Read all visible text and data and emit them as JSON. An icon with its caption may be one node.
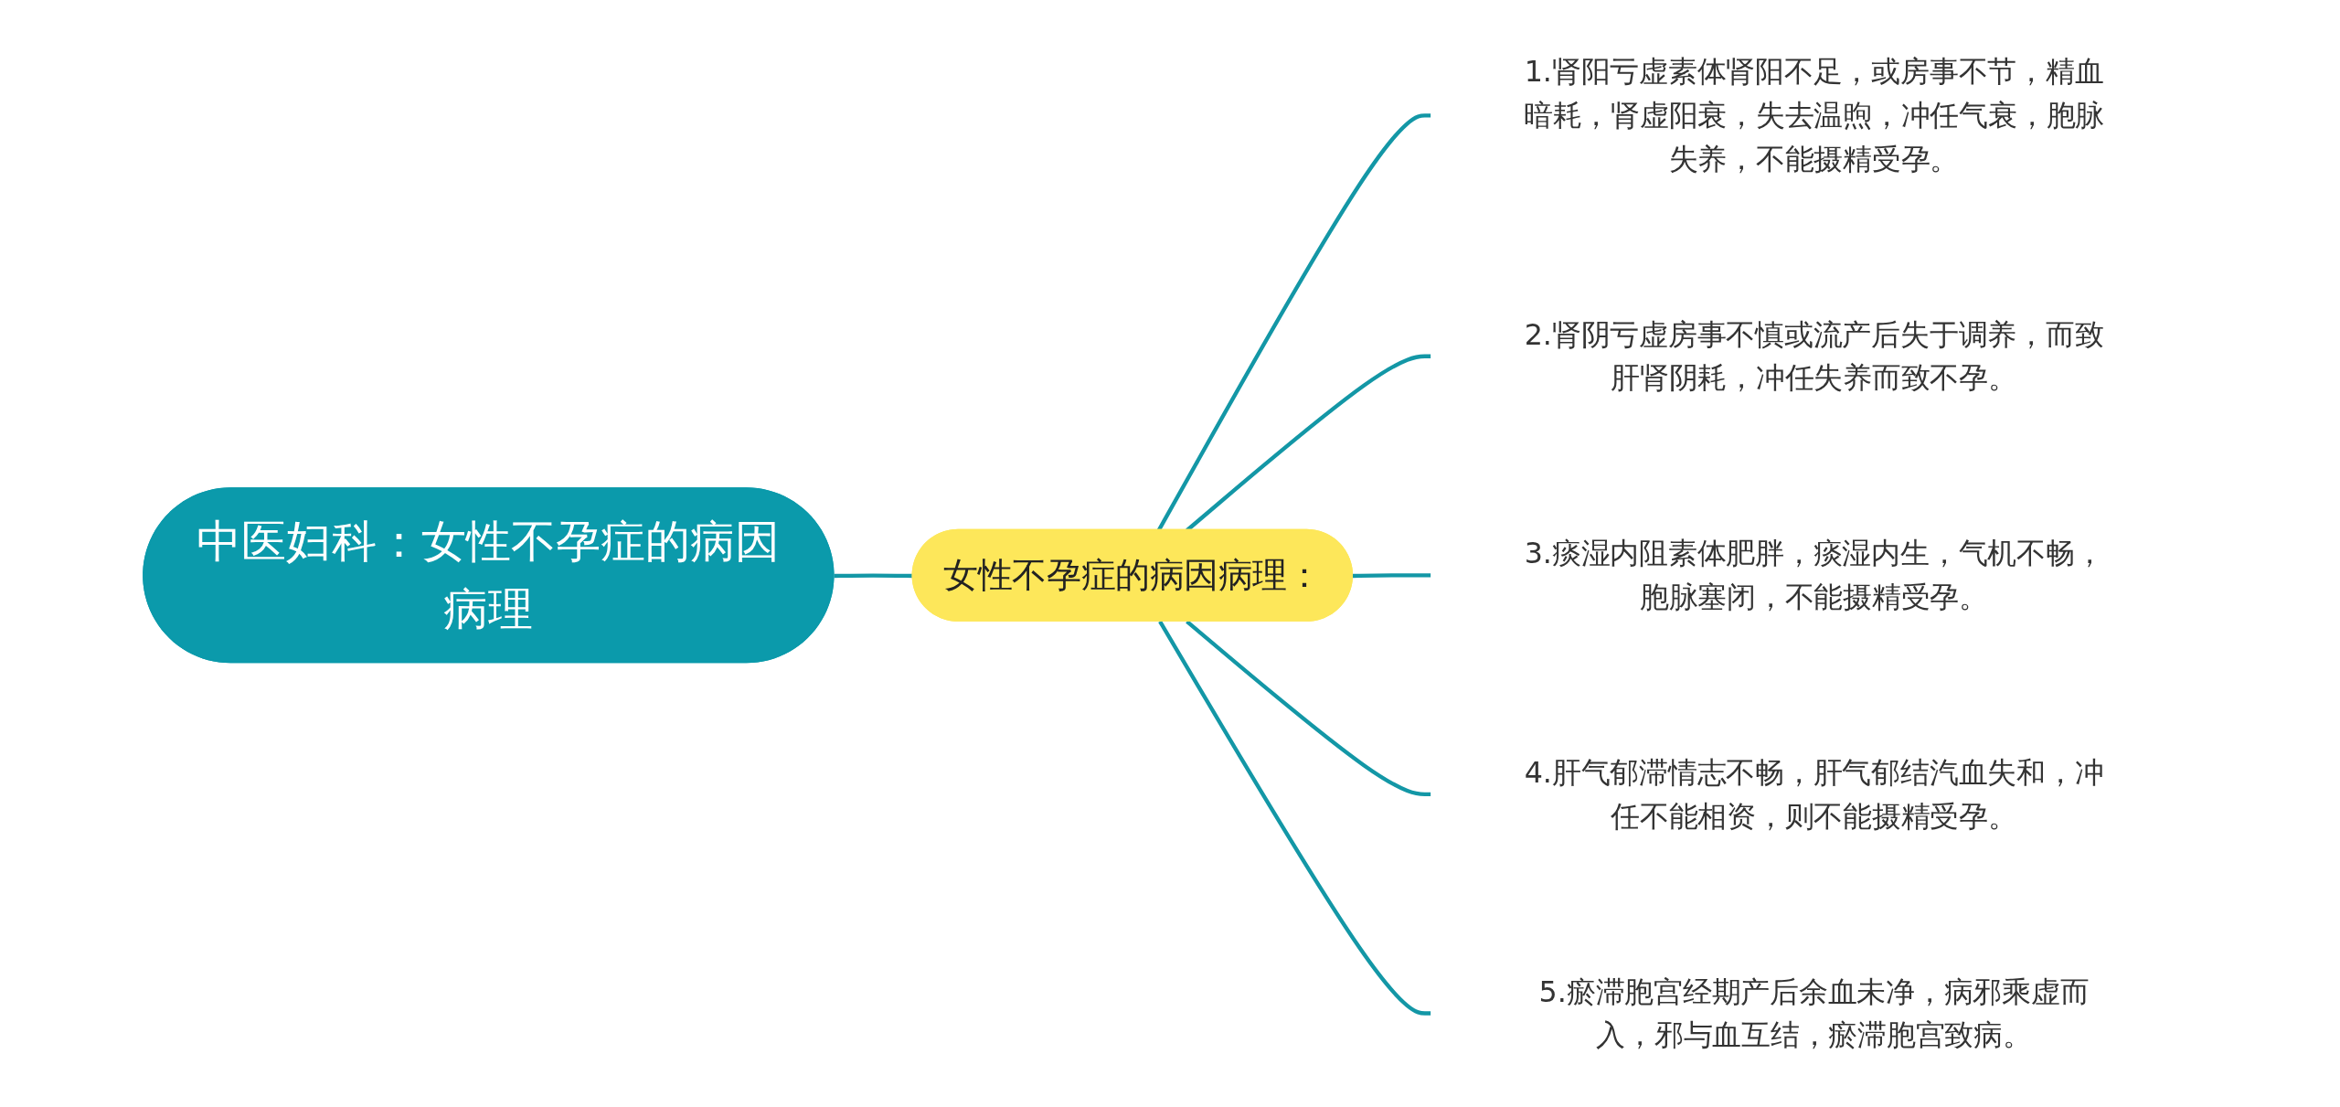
{
  "diagram": {
    "nodes": [
      {
        "text": [
          "中医妇科：女性不孕症的病因病理"
        ]
      },
      {
        "text": [
          "女性不孕症的病因病理："
        ]
      },
      {
        "text": [
          "1.肾阳亏虚素体肾阳不足，或房事不节，精血暗耗，肾虚阳衰，失去温煦，冲任气衰，胞脉失养，不能摄精受孕。"
        ]
      },
      {
        "text": [
          "2.肾阴亏虚房事不慎或流产后失于调养，而致肝肾阴耗，冲任失养而致不孕。"
        ]
      },
      {
        "text": [
          "3.痰湿内阻素体肥胖，痰湿内生，气机不畅，胞脉塞闭，不能摄精受孕。"
        ]
      },
      {
        "text": [
          "4.肝气郁滞情志不畅，肝气郁结汽血失和，冲任不能相资，则不能摄精受孕。"
        ]
      },
      {
        "text": [
          "5.瘀滞胞宫经期产后余血未净，病邪乘虚而入，邪与血互结，瘀滞胞宫致病。"
        ]
      }
    ],
    "edges": [
      {
        "from": 0,
        "to": 1,
        "arrow": "none"
      },
      {
        "from": 1,
        "to": 2,
        "arrow": "none"
      },
      {
        "from": 1,
        "to": 3,
        "arrow": "none"
      },
      {
        "from": 1,
        "to": 4,
        "arrow": "none"
      },
      {
        "from": 1,
        "to": 5,
        "arrow": "none"
      },
      {
        "from": 1,
        "to": 6,
        "arrow": "none"
      }
    ]
  }
}
